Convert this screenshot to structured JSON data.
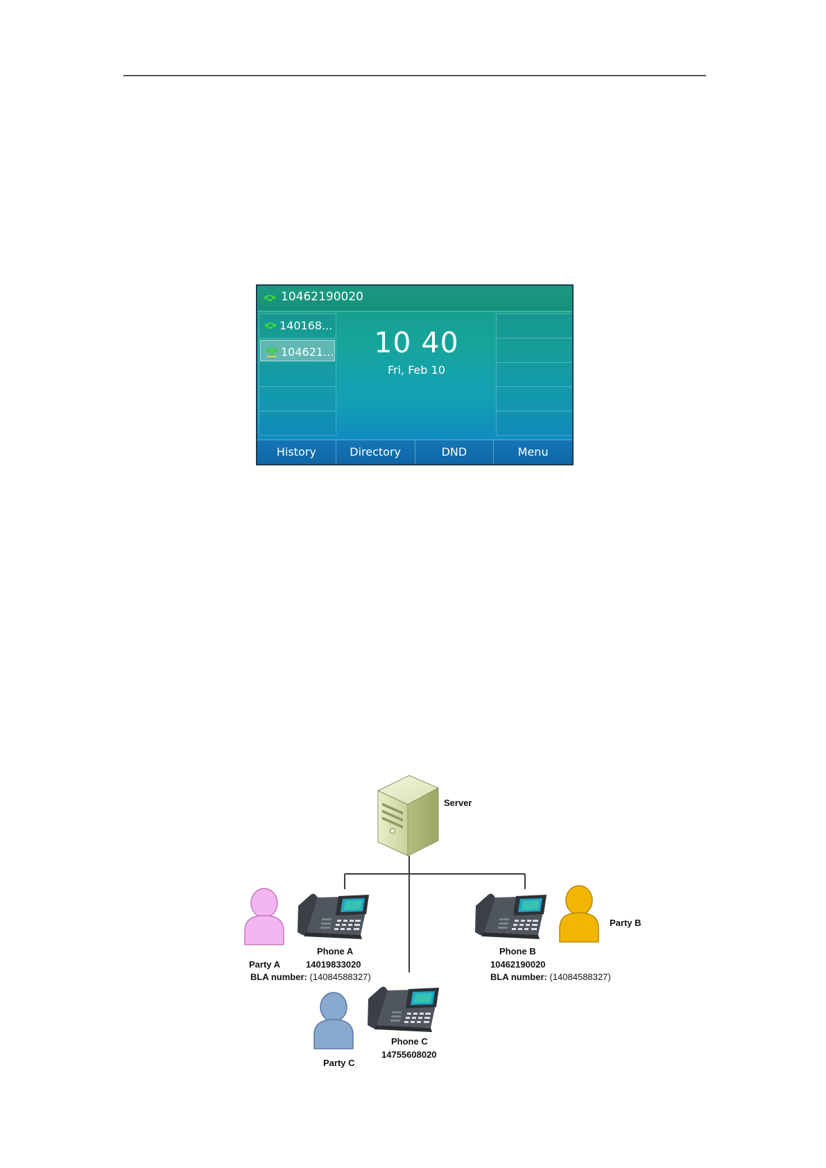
{
  "phone_screen": {
    "header_number": "10462190020",
    "lines": [
      {
        "label": "140168...",
        "icon": "phone-handset-icon",
        "selected": false
      },
      {
        "label": "104621...",
        "icon": "shared-line-icon",
        "selected": true
      }
    ],
    "time": "10 40",
    "date": "Fri, Feb 10",
    "softkeys": [
      "History",
      "Directory",
      "DND",
      "Menu"
    ],
    "colors": {
      "accent": "#16a59c",
      "softkey_bar": "#1476b4",
      "icon_green": "#3fd13a"
    }
  },
  "diagram": {
    "server": {
      "label": "Server"
    },
    "phone_a": {
      "name": "Phone A",
      "number": "14019833020"
    },
    "phone_b": {
      "name": "Phone B",
      "number": "10462190020"
    },
    "phone_c": {
      "name": "Phone C",
      "number": "14755608020"
    },
    "party_a": {
      "label": "Party A",
      "bla_label": "BLA number:",
      "bla_value": "(14084588327)",
      "color": "#f4b6f0"
    },
    "party_b": {
      "label": "Party B",
      "bla_label": "BLA number:",
      "bla_value": "(14084588327)",
      "color": "#f2b600"
    },
    "party_c": {
      "label": "Party C",
      "color": "#89a9cf"
    }
  }
}
